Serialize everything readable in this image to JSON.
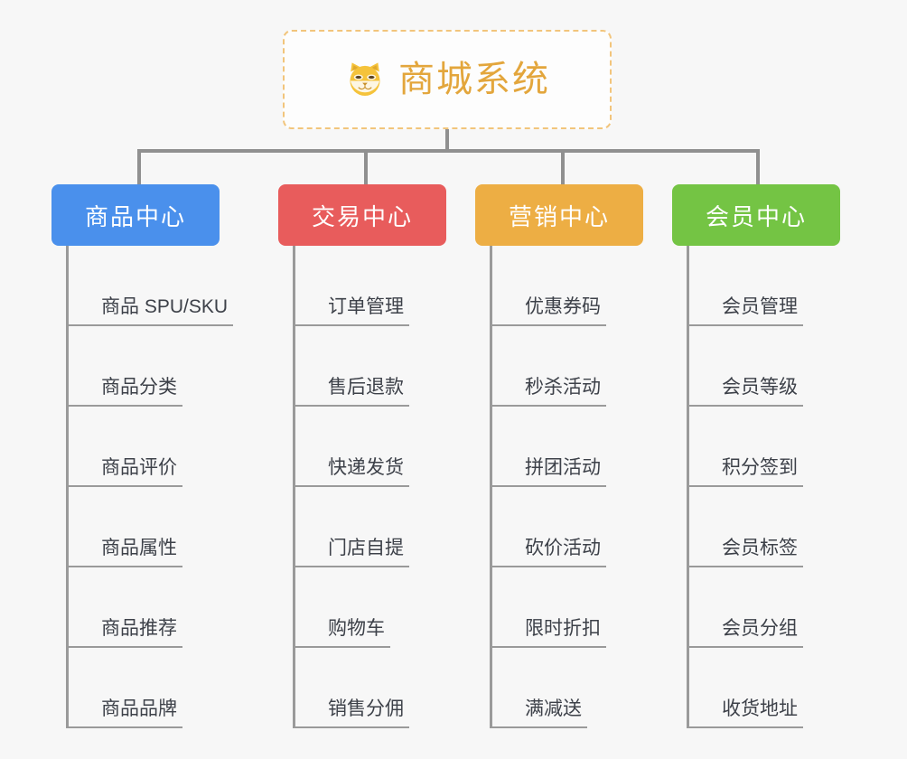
{
  "root": {
    "title": "商城系统",
    "icon": "shiba-dog-face-icon",
    "border_color": "#f2c57c",
    "text_color": "#e3a63c",
    "background": "#fdfdfd"
  },
  "canvas": {
    "background": "#f7f7f7",
    "connector_color": "#909090"
  },
  "diagram": {
    "type": "org-chart",
    "columns": [
      {
        "id": "product-center",
        "label": "商品中心",
        "color": "#4a90ec",
        "items": [
          "商品 SPU/SKU",
          "商品分类",
          "商品评价",
          "商品属性",
          "商品推荐",
          "商品品牌"
        ]
      },
      {
        "id": "trade-center",
        "label": "交易中心",
        "color": "#e85c5c",
        "items": [
          "订单管理",
          "售后退款",
          "快递发货",
          "门店自提",
          "购物车",
          "销售分佣"
        ]
      },
      {
        "id": "marketing-center",
        "label": "营销中心",
        "color": "#edae44",
        "items": [
          "优惠券码",
          "秒杀活动",
          "拼团活动",
          "砍价活动",
          "限时折扣",
          "满减送"
        ]
      },
      {
        "id": "member-center",
        "label": "会员中心",
        "color": "#74c444",
        "items": [
          "会员管理",
          "会员等级",
          "积分签到",
          "会员标签",
          "会员分组",
          "收货地址"
        ]
      }
    ]
  }
}
